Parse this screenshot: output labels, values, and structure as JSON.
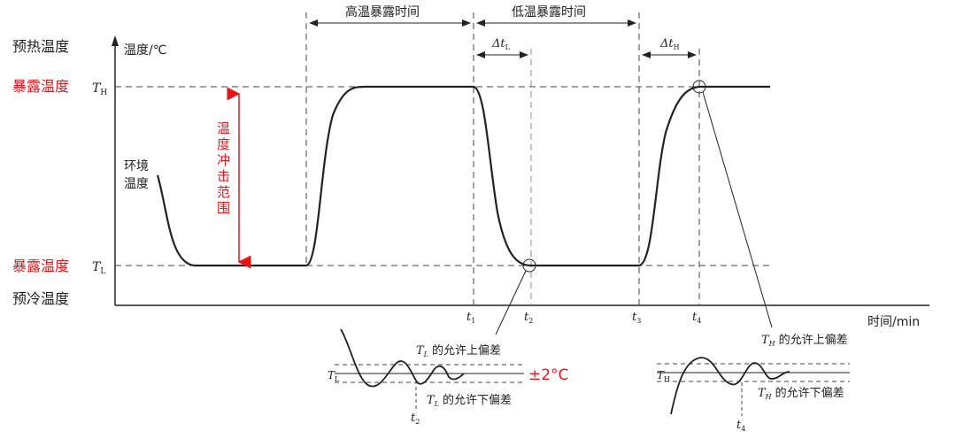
{
  "labels": {
    "preheat_temp": "预热温度",
    "precool_temp": "预冷温度",
    "exposure_high": "暴露温度",
    "exposure_low": "暴露温度",
    "th_symbol": "T",
    "th_sub": "H",
    "tl_symbol": "T",
    "tl_sub": "L",
    "axis_y": "温度/℃",
    "axis_x": "时间/min",
    "ambient_1": "环境",
    "ambient_2": "温度",
    "shock_range": [
      "温",
      "度",
      "冲",
      "击",
      "范",
      "围"
    ],
    "high_exposure_time": "高温暴露时间",
    "low_exposure_time": "低温暴露时间",
    "delta_tl": "Δt",
    "delta_tl_sub": "L",
    "delta_th": "Δt",
    "delta_th_sub": "H",
    "t1": "t",
    "t1_sub": "1",
    "t2": "t",
    "t2_sub": "2",
    "t3": "t",
    "t3_sub": "3",
    "t4": "t",
    "t4_sub": "4"
  },
  "insets": {
    "low": {
      "upper_tol_label": "的允许上偏差",
      "lower_tol_label": "的允许下偏差",
      "tolerance": "±2°C",
      "sym": "T",
      "sym_sub": "L",
      "time_sym": "t",
      "time_sub": "2"
    },
    "high": {
      "upper_tol_label": "的允许上偏差",
      "lower_tol_label": "的允许下偏差",
      "sym": "T",
      "sym_sub": "H",
      "time_sym": "t",
      "time_sub": "4"
    }
  },
  "colors": {
    "accent_red": "#e8161b",
    "line": "#222222",
    "dash": "#444444"
  }
}
